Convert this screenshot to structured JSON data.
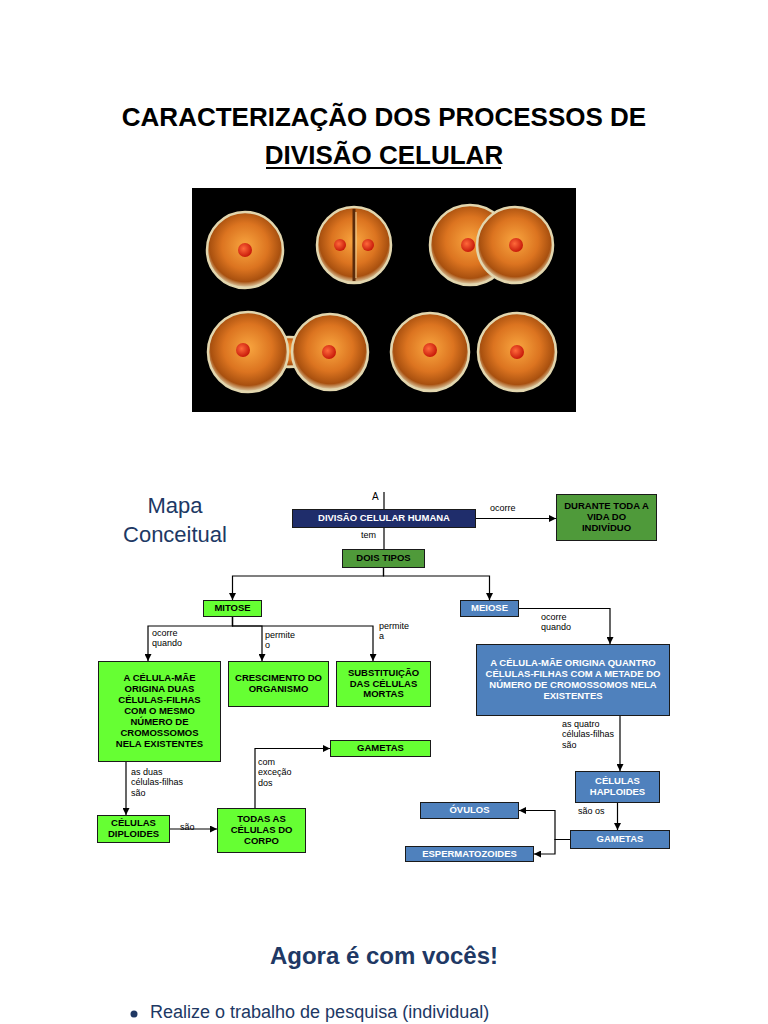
{
  "diagram": {
    "title": "CARACTERIZAÇÃO DOS PROCESSOS DE DIVISÃO CELULAR",
    "nodes": [
      {
        "text": [
          "DIVISÃO CELULAR HUMANA"
        ]
      },
      {
        "text": [
          "DURANTE TODA A VIDA DO INDIVÍDUO"
        ]
      },
      {
        "text": [
          "DOIS TIPOS"
        ]
      },
      {
        "text": [
          "MITOSE"
        ]
      },
      {
        "text": [
          "MEIOSE"
        ]
      },
      {
        "text": [
          "A CÉLULA-MÃE ORIGINA DUAS CÉLULAS-FILHAS COM O MESMO NÚMERO DE CROMOSSOMOS NELA EXISTENTES"
        ]
      },
      {
        "text": [
          "CRESCIMENTO DO ORGANISMO"
        ]
      },
      {
        "text": [
          "SUBSTITUIÇÃO DAS CÉLULAS MORTAS"
        ]
      },
      {
        "text": [
          "A CÉLULA-MÃE ORIGINA QUANTRO CÉLULAS-FILHAS COM A METADE DO NÚMERO DE CROMOSSOMOS NELA EXISTENTES"
        ]
      },
      {
        "text": [
          "GAMETAS"
        ]
      },
      {
        "text": [
          "CÉLULAS DIPLOIDES"
        ]
      },
      {
        "text": [
          "TODAS AS CÉLULAS DO CORPO"
        ]
      },
      {
        "text": [
          "CÉLULAS HAPLOIDES"
        ]
      },
      {
        "text": [
          "ÓVULOS"
        ]
      },
      {
        "text": [
          "GAMETAS"
        ]
      },
      {
        "text": [
          "ESPERMATOZOIDES"
        ]
      }
    ],
    "edges": [
      {
        "from": 0,
        "to": 1,
        "label": "ocorre",
        "arrow": "to"
      },
      {
        "from": 0,
        "to": 2,
        "label": "tem",
        "arrow": "none"
      },
      {
        "from": 2,
        "to": 3,
        "arrow": "to"
      },
      {
        "from": 2,
        "to": 4,
        "arrow": "to"
      },
      {
        "from": 3,
        "to": 5,
        "label": "ocorre quando",
        "arrow": "to"
      },
      {
        "from": 3,
        "to": 6,
        "label": "permite o",
        "arrow": "to"
      },
      {
        "from": 3,
        "to": 7,
        "label": "permite a",
        "arrow": "to"
      },
      {
        "from": 4,
        "to": 8,
        "label": "ocorre quando",
        "arrow": "to"
      },
      {
        "from": 5,
        "to": 10,
        "label": "as duas células-filhas são",
        "arrow": "to"
      },
      {
        "from": 10,
        "to": 11,
        "label": "são",
        "arrow": "to"
      },
      {
        "from": 11,
        "to": 9,
        "label": "com exceção dos",
        "arrow": "to"
      },
      {
        "from": 8,
        "to": 12,
        "label": "as quatro células-filhas são",
        "arrow": "to"
      },
      {
        "from": 12,
        "to": 14,
        "label": "são os",
        "arrow": "to"
      },
      {
        "from": 14,
        "to": 13,
        "arrow": "to"
      },
      {
        "from": 14,
        "to": 15,
        "arrow": "to"
      }
    ],
    "labels": [
      "A",
      "Mapa Conceitual",
      "Agora é com vocês!",
      "Realize o trabalho de pesquisa (individual)"
    ]
  }
}
